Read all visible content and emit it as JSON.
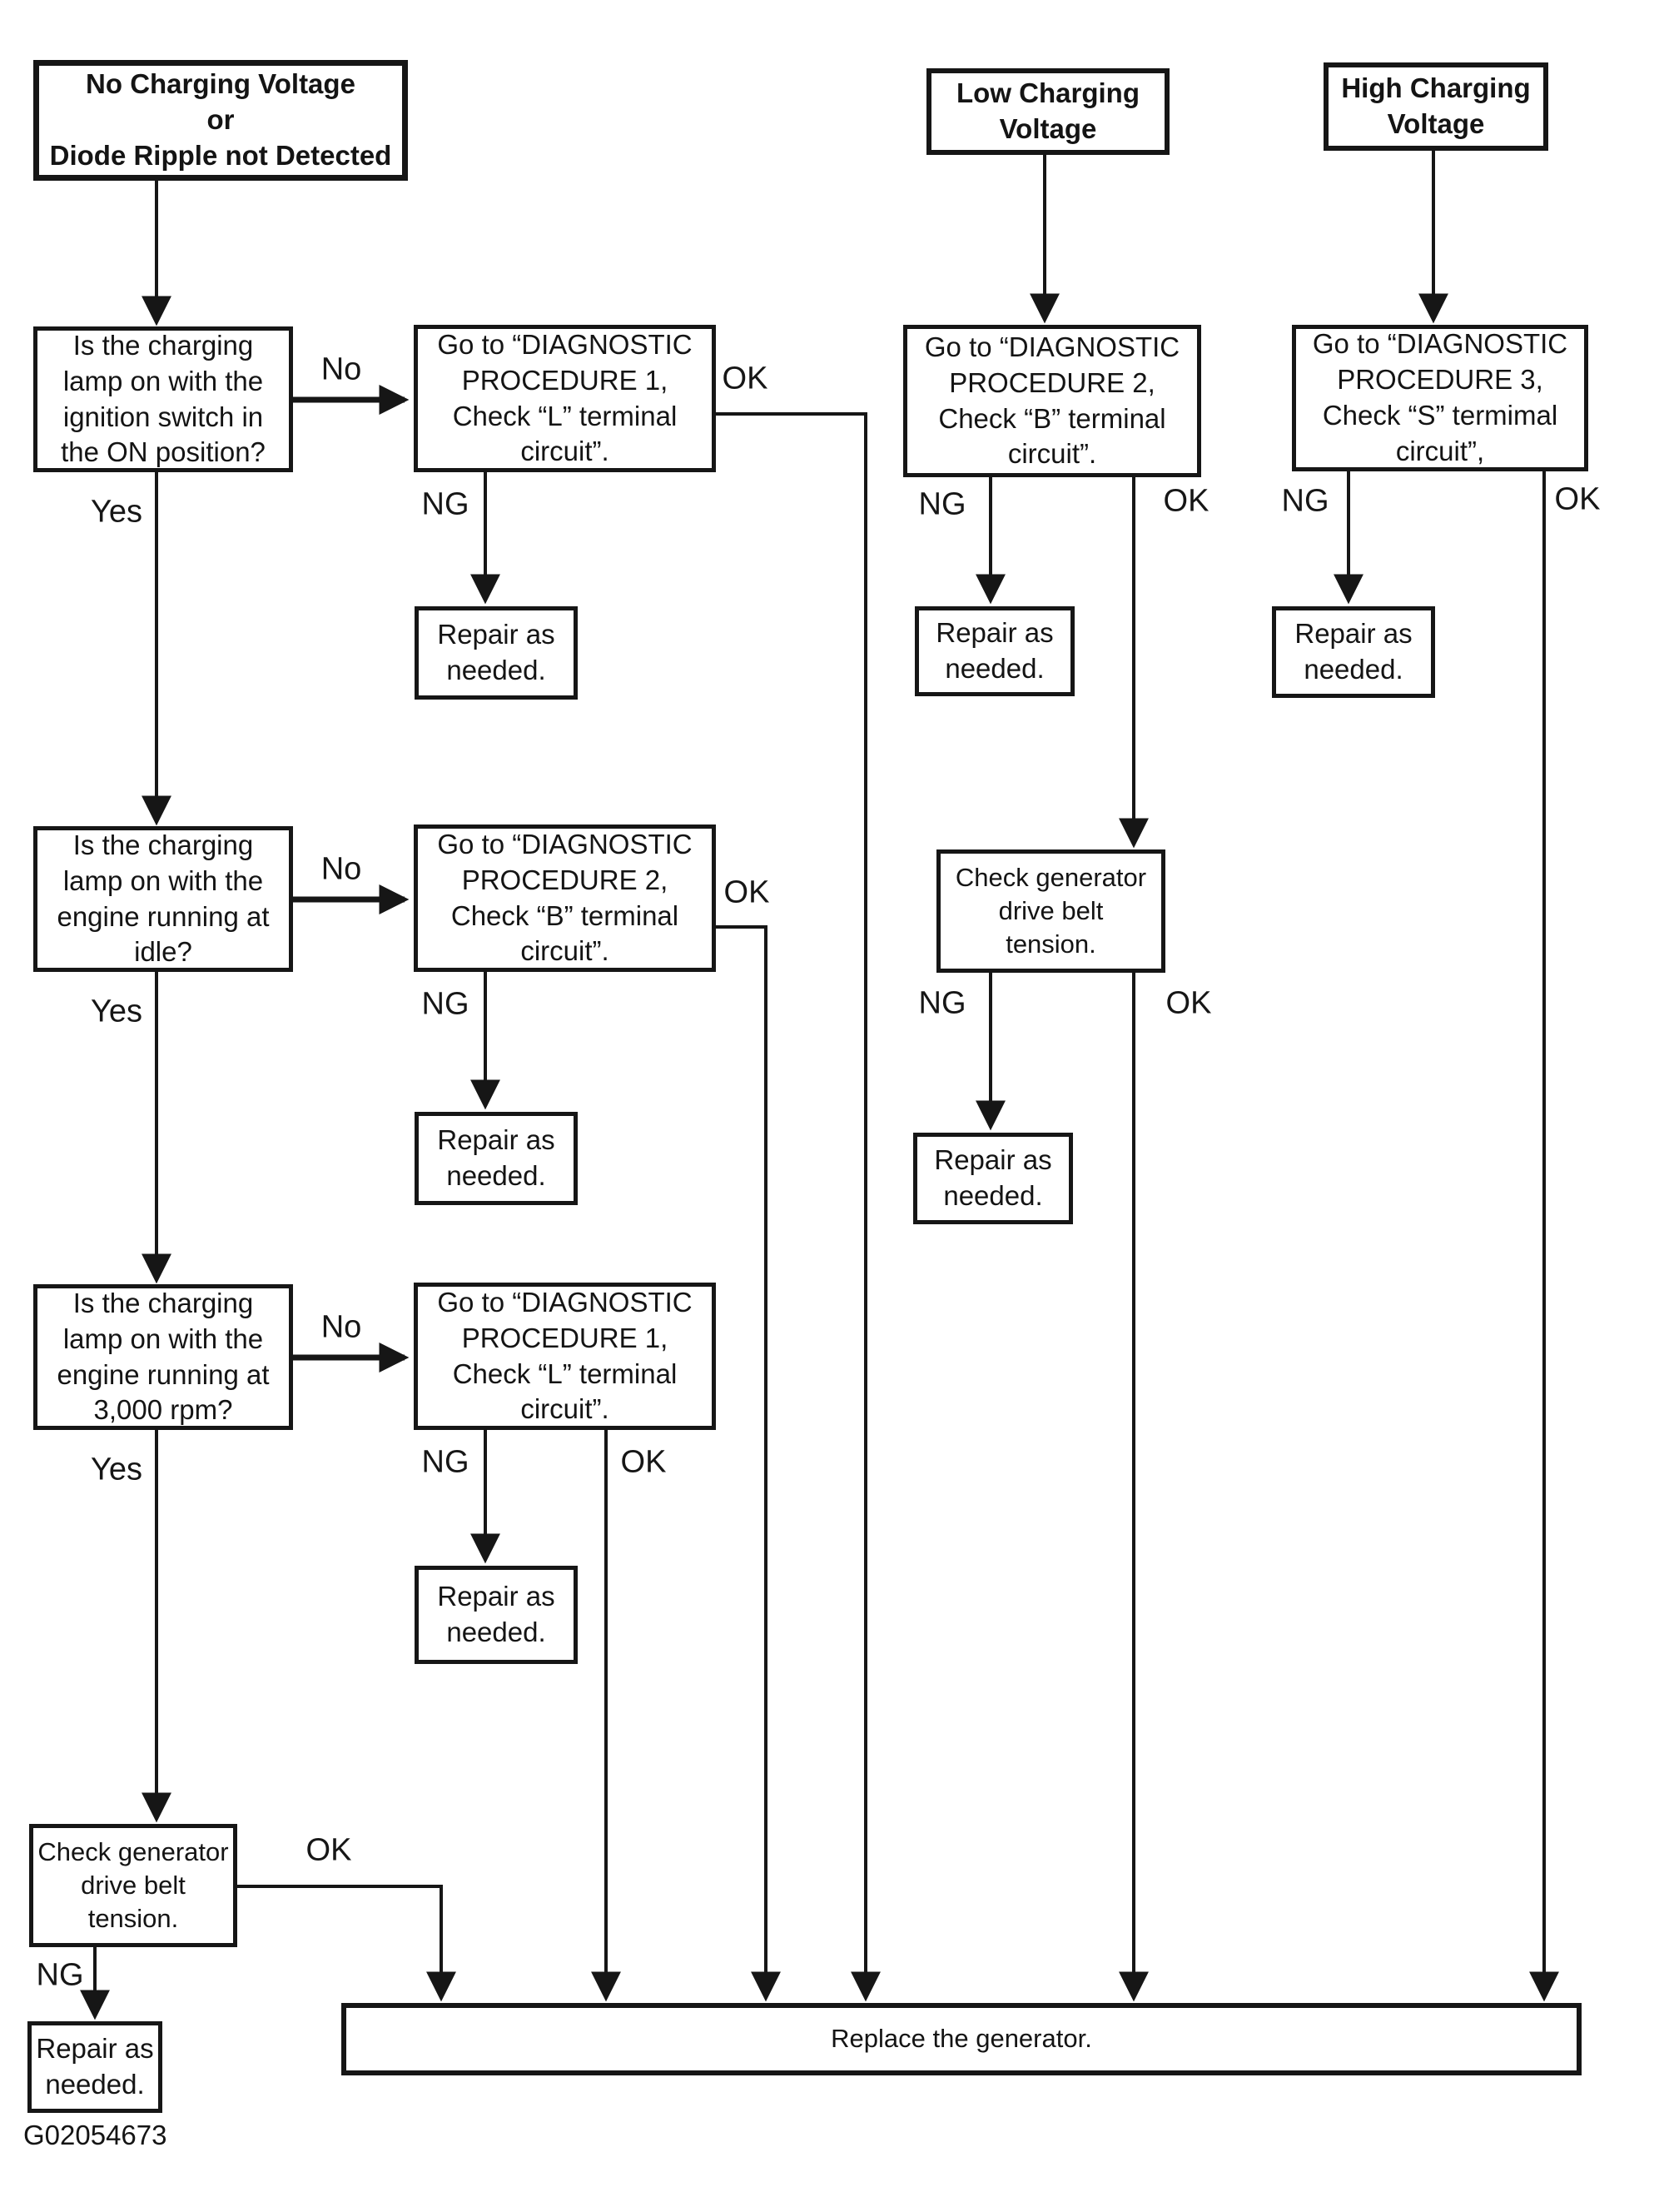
{
  "labels": {
    "yes": "Yes",
    "no": "No",
    "ng": "NG",
    "ok": "OK"
  },
  "boxes": {
    "header_no_charging": "No Charging Voltage\nor\nDiode Ripple not Detected",
    "header_low_charging": "Low Charging\nVoltage",
    "header_high_charging": "High Charging\nVoltage",
    "q_ignition_on": "Is the charging\nlamp on with the\nignition switch in\nthe ON position?",
    "q_engine_idle": "Is the charging\nlamp on with the\nengine running at\nidle?",
    "q_engine_3000": "Is the charging\nlamp on with the\nengine running at\n3,000 rpm?",
    "proc1": "Go to “DIAGNOSTIC\nPROCEDURE 1,\nCheck “L” terminal\ncircuit”.",
    "proc2": "Go to “DIAGNOSTIC\nPROCEDURE 2,\nCheck “B” terminal\ncircuit”.",
    "proc3": "Go to “DIAGNOSTIC\nPROCEDURE 3,\nCheck “S” termimal\ncircuit”,",
    "check_belt": "Check generator\ndrive belt\ntension.",
    "repair": "Repair as\nneeded.",
    "replace": "Replace the generator."
  },
  "figure_code": "G02054673"
}
